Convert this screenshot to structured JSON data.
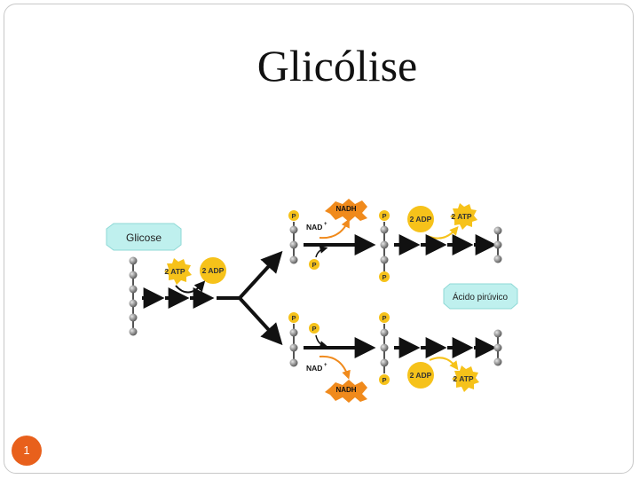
{
  "slide": {
    "title": "Glicólise",
    "page_number": "1"
  },
  "diagram": {
    "glucose_label": "Glicose",
    "atp_in": "2 ATP",
    "adp_in": "2 ADP",
    "nadh_top": "NADH",
    "nad_top": "NAD",
    "nad_sup": "+",
    "phosphate": "P",
    "adp_top": "2 ADP",
    "atp_top": "2 ATP",
    "pyruvic_label": "Ácido pirúvico",
    "nad_bottom": "NAD",
    "nadh_bottom": "NADH",
    "adp_bottom": "2 ADP",
    "atp_bottom": "2 ATP"
  },
  "colors": {
    "teal_box": "#bff0ee",
    "teal_border": "#8fd9d6",
    "yellow": "#f6c21a",
    "orange": "#f08a1c",
    "bead": "#8a8a8a",
    "accent": "#e8601c"
  }
}
